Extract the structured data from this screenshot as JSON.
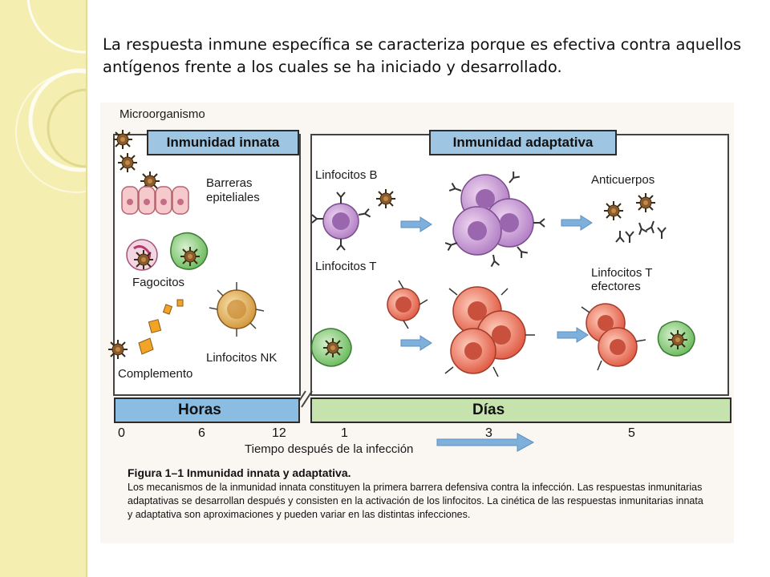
{
  "slide": {
    "text": "La respuesta inmune específica se caracteriza porque es efectiva contra aquellos antígenos frente a los cuales se ha iniciado y desarrollado."
  },
  "figure": {
    "labels": {
      "microorganismo": "Microorganismo",
      "innata": "Inmunidad innata",
      "adaptativa": "Inmunidad adaptativa",
      "barreras_1": "Barreras",
      "barreras_2": "epiteliales",
      "fagocitos": "Fagocitos",
      "complemento": "Complemento",
      "linfocitos_nk": "Linfocitos NK",
      "linfocitos_b": "Linfocitos B",
      "linfocitos_t": "Linfocitos T",
      "anticuerpos": "Anticuerpos",
      "linfocitos_t_ef_1": "Linfocitos T",
      "linfocitos_t_ef_2": "efectores"
    },
    "timeline": {
      "horas": "Horas",
      "dias": "Días",
      "ticks": [
        "0",
        "6",
        "12",
        "1",
        "3",
        "5"
      ],
      "axis_label": "Tiempo después de la infección"
    },
    "caption": {
      "title": "Figura 1–1  Inmunidad innata y adaptativa.",
      "body": "Los mecanismos de la inmunidad innata constituyen la primera barrera defensiva contra la infección. Las respuestas inmunitarias adaptativas se desarrollan después y consisten en la activación de los linfocitos. La cinética de las respuestas inmunitarias innata y adaptativa son aproximaciones y pueden variar en las distintas infecciones."
    }
  }
}
